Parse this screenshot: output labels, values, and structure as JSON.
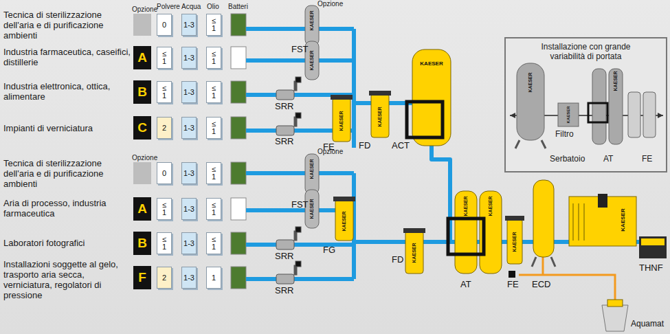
{
  "diagram": {
    "nodes": [
      {
        "text": [
          "0"
        ]
      },
      {
        "text": [
          "1-3"
        ]
      },
      {
        "text": [
          "≤ 1"
        ]
      },
      {
        "text": [
          "A"
        ]
      },
      {
        "text": [
          "≤ 1"
        ]
      },
      {
        "text": [
          "1-3"
        ]
      },
      {
        "text": [
          "≤ 1"
        ]
      },
      {
        "text": [
          "B"
        ]
      },
      {
        "text": [
          "≤ 1"
        ]
      },
      {
        "text": [
          "1-3"
        ]
      },
      {
        "text": [
          "≤ 1"
        ]
      },
      {
        "text": [
          "C"
        ]
      },
      {
        "text": [
          "2"
        ]
      },
      {
        "text": [
          "1-3"
        ]
      },
      {
        "text": [
          "≤ 1"
        ]
      },
      {
        "text": [
          "0"
        ]
      },
      {
        "text": [
          "1-3"
        ]
      },
      {
        "text": [
          "≤ 1"
        ]
      },
      {
        "text": [
          "A"
        ]
      },
      {
        "text": [
          "≤ 1"
        ]
      },
      {
        "text": [
          "1-3"
        ]
      },
      {
        "text": [
          "≤ 1"
        ]
      },
      {
        "text": [
          "B"
        ]
      },
      {
        "text": [
          "≤ 1"
        ]
      },
      {
        "text": [
          "1-3"
        ]
      },
      {
        "text": [
          "≤ 1"
        ]
      },
      {
        "text": [
          "F"
        ]
      },
      {
        "text": [
          "2"
        ]
      },
      {
        "text": [
          "1-3"
        ]
      },
      {
        "text": [
          "1"
        ]
      },
      {
        "text": [
          "Installazione con grande variabilità di portata"
        ]
      }
    ],
    "labels": [
      "Polvere",
      "Acqua",
      "Olio",
      "Batteri",
      "Opzione",
      "Opzione",
      "Tecnica di sterilizzazione dell'aria e di purificazione ambienti",
      "Industria farmaceutica, caseifici, distillerie",
      "Industria elettronica, ottica, alimentare",
      "Impianti di verniciatura",
      "Tecnica di sterilizzazione dell'aria e di purificazione ambienti",
      "Opzione",
      "Opzione",
      "Aria di processo, industria farmaceutica",
      "Laboratori fotografici",
      "Installazioni soggette al gelo, trasporto aria secca, verniciatura, regolatori di pressione",
      "FST",
      "SRR",
      "FE",
      "FD",
      "ACT",
      "SRR",
      "FST",
      "SRR",
      "SRR",
      "FG",
      "FD",
      "AT",
      "FE",
      "ECD",
      "THNF",
      "Aquamat",
      "Filtro",
      "Serbatoio",
      "AT",
      "FE",
      "KAESER",
      "KAESER",
      "KAESER",
      "KAESER",
      "KAESER",
      "KAESER",
      "KAESER",
      "KAESER",
      "KAESER",
      "KAESER",
      "KAESER",
      "KAESER",
      "KAESER",
      "KAESER",
      "KAESER",
      "KAESER"
    ]
  }
}
